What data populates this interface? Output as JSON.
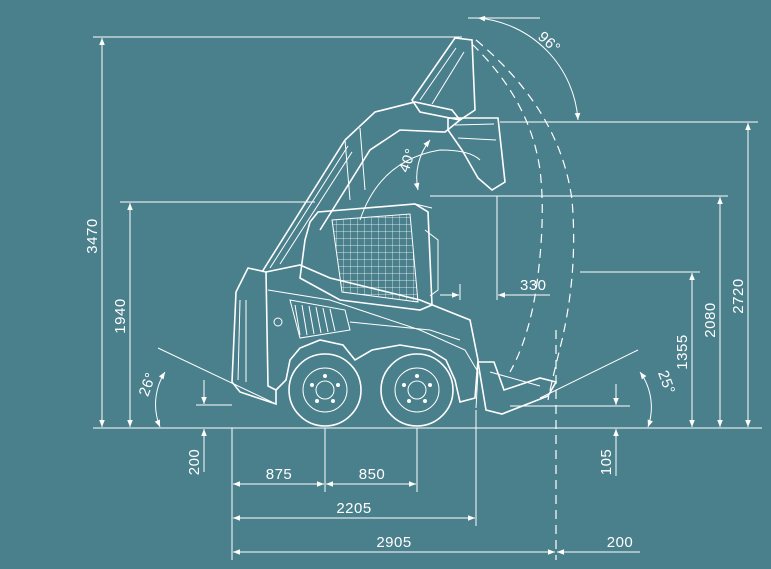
{
  "dimensions": {
    "d3470": "3470",
    "d1940": "1940",
    "d2720": "2720",
    "d2080": "2080",
    "d1355": "1355",
    "d330": "330",
    "d875": "875",
    "d850": "850",
    "d2205": "2205",
    "d2905": "2905",
    "d200_bottom": "200",
    "d200_left": "200",
    "d105": "105",
    "a96": "96°",
    "a40": "40°",
    "a26": "26°",
    "a25": "25°"
  },
  "colors": {
    "background": "#4a7f8c",
    "line": "#ffffff"
  }
}
